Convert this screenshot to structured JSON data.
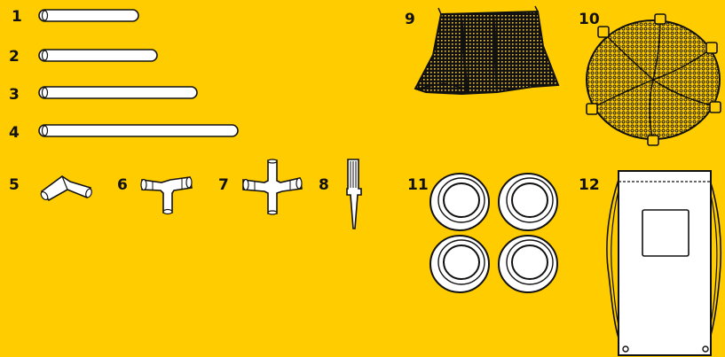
{
  "diagram": {
    "background": "#FFCC00",
    "ink": "#111111",
    "fill": "#FFFFFF"
  },
  "parts": [
    {
      "number": "1",
      "icon": "pole-short-icon"
    },
    {
      "number": "2",
      "icon": "pole-medium-icon"
    },
    {
      "number": "3",
      "icon": "pole-long-icon"
    },
    {
      "number": "4",
      "icon": "pole-extra-long-icon"
    },
    {
      "number": "5",
      "icon": "elbow-connector-icon"
    },
    {
      "number": "6",
      "icon": "tee-connector-icon"
    },
    {
      "number": "7",
      "icon": "cross-connector-icon"
    },
    {
      "number": "8",
      "icon": "ground-stake-icon"
    },
    {
      "number": "9",
      "icon": "net-panel-icon"
    },
    {
      "number": "10",
      "icon": "round-net-icon"
    },
    {
      "number": "11",
      "icon": "foot-pad-icon"
    },
    {
      "number": "12",
      "icon": "drawstring-bag-icon"
    }
  ]
}
